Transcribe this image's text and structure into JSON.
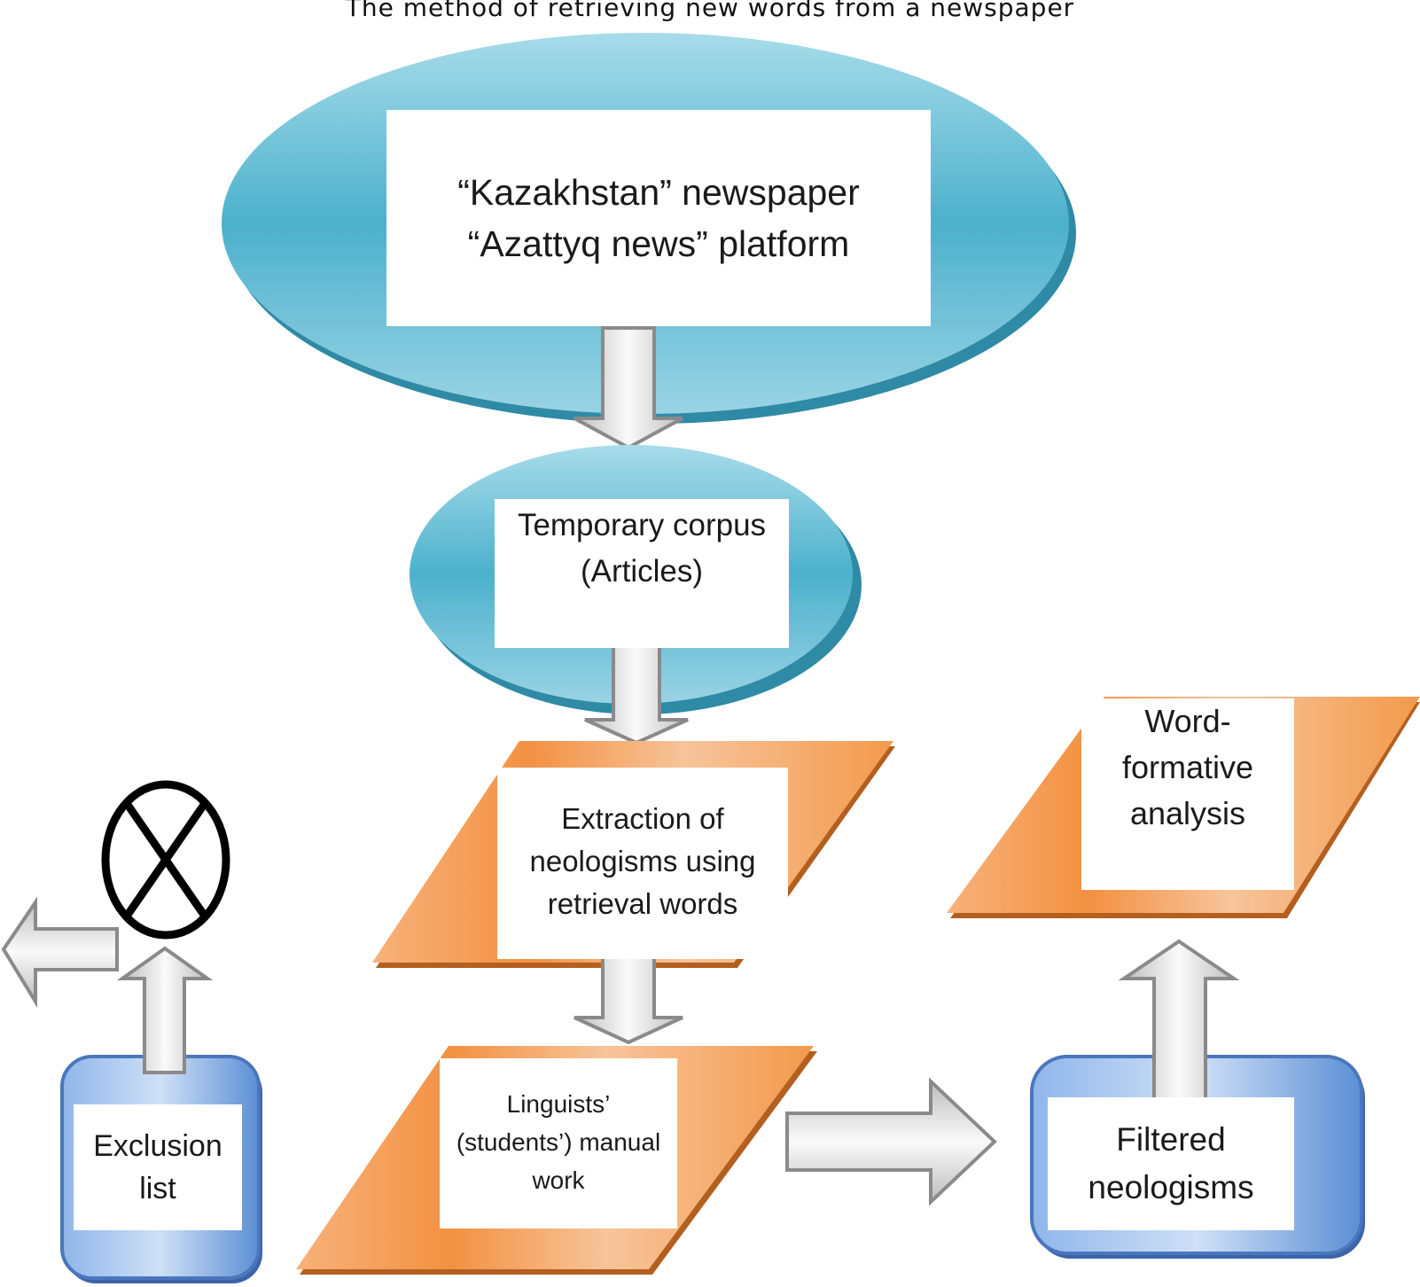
{
  "title": "The method of retrieving new words from a newspaper",
  "nodes": {
    "source": "“Kazakhstan” newspaper\n“Azattyq news” platform",
    "corpus": "Temporary corpus\n(Articles)",
    "extraction": "Extraction of\nneologisms using\nretrieval words",
    "manual": "Linguists’\n(students’) manual\nwork",
    "exclusion": "Exclusion\nlist",
    "filtered": "Filtered\nneologisms",
    "word_formative": "Word-\nformative\nanalysis"
  },
  "icons": {
    "discard": "circled-x-icon"
  },
  "colors": {
    "ellipse": "#4bb0cb",
    "parallelogram": "#f39a4c",
    "rounded_box": "#5b8fd4",
    "arrow_fill": "#e6e6e6",
    "arrow_stroke": "#8a8a8a"
  }
}
